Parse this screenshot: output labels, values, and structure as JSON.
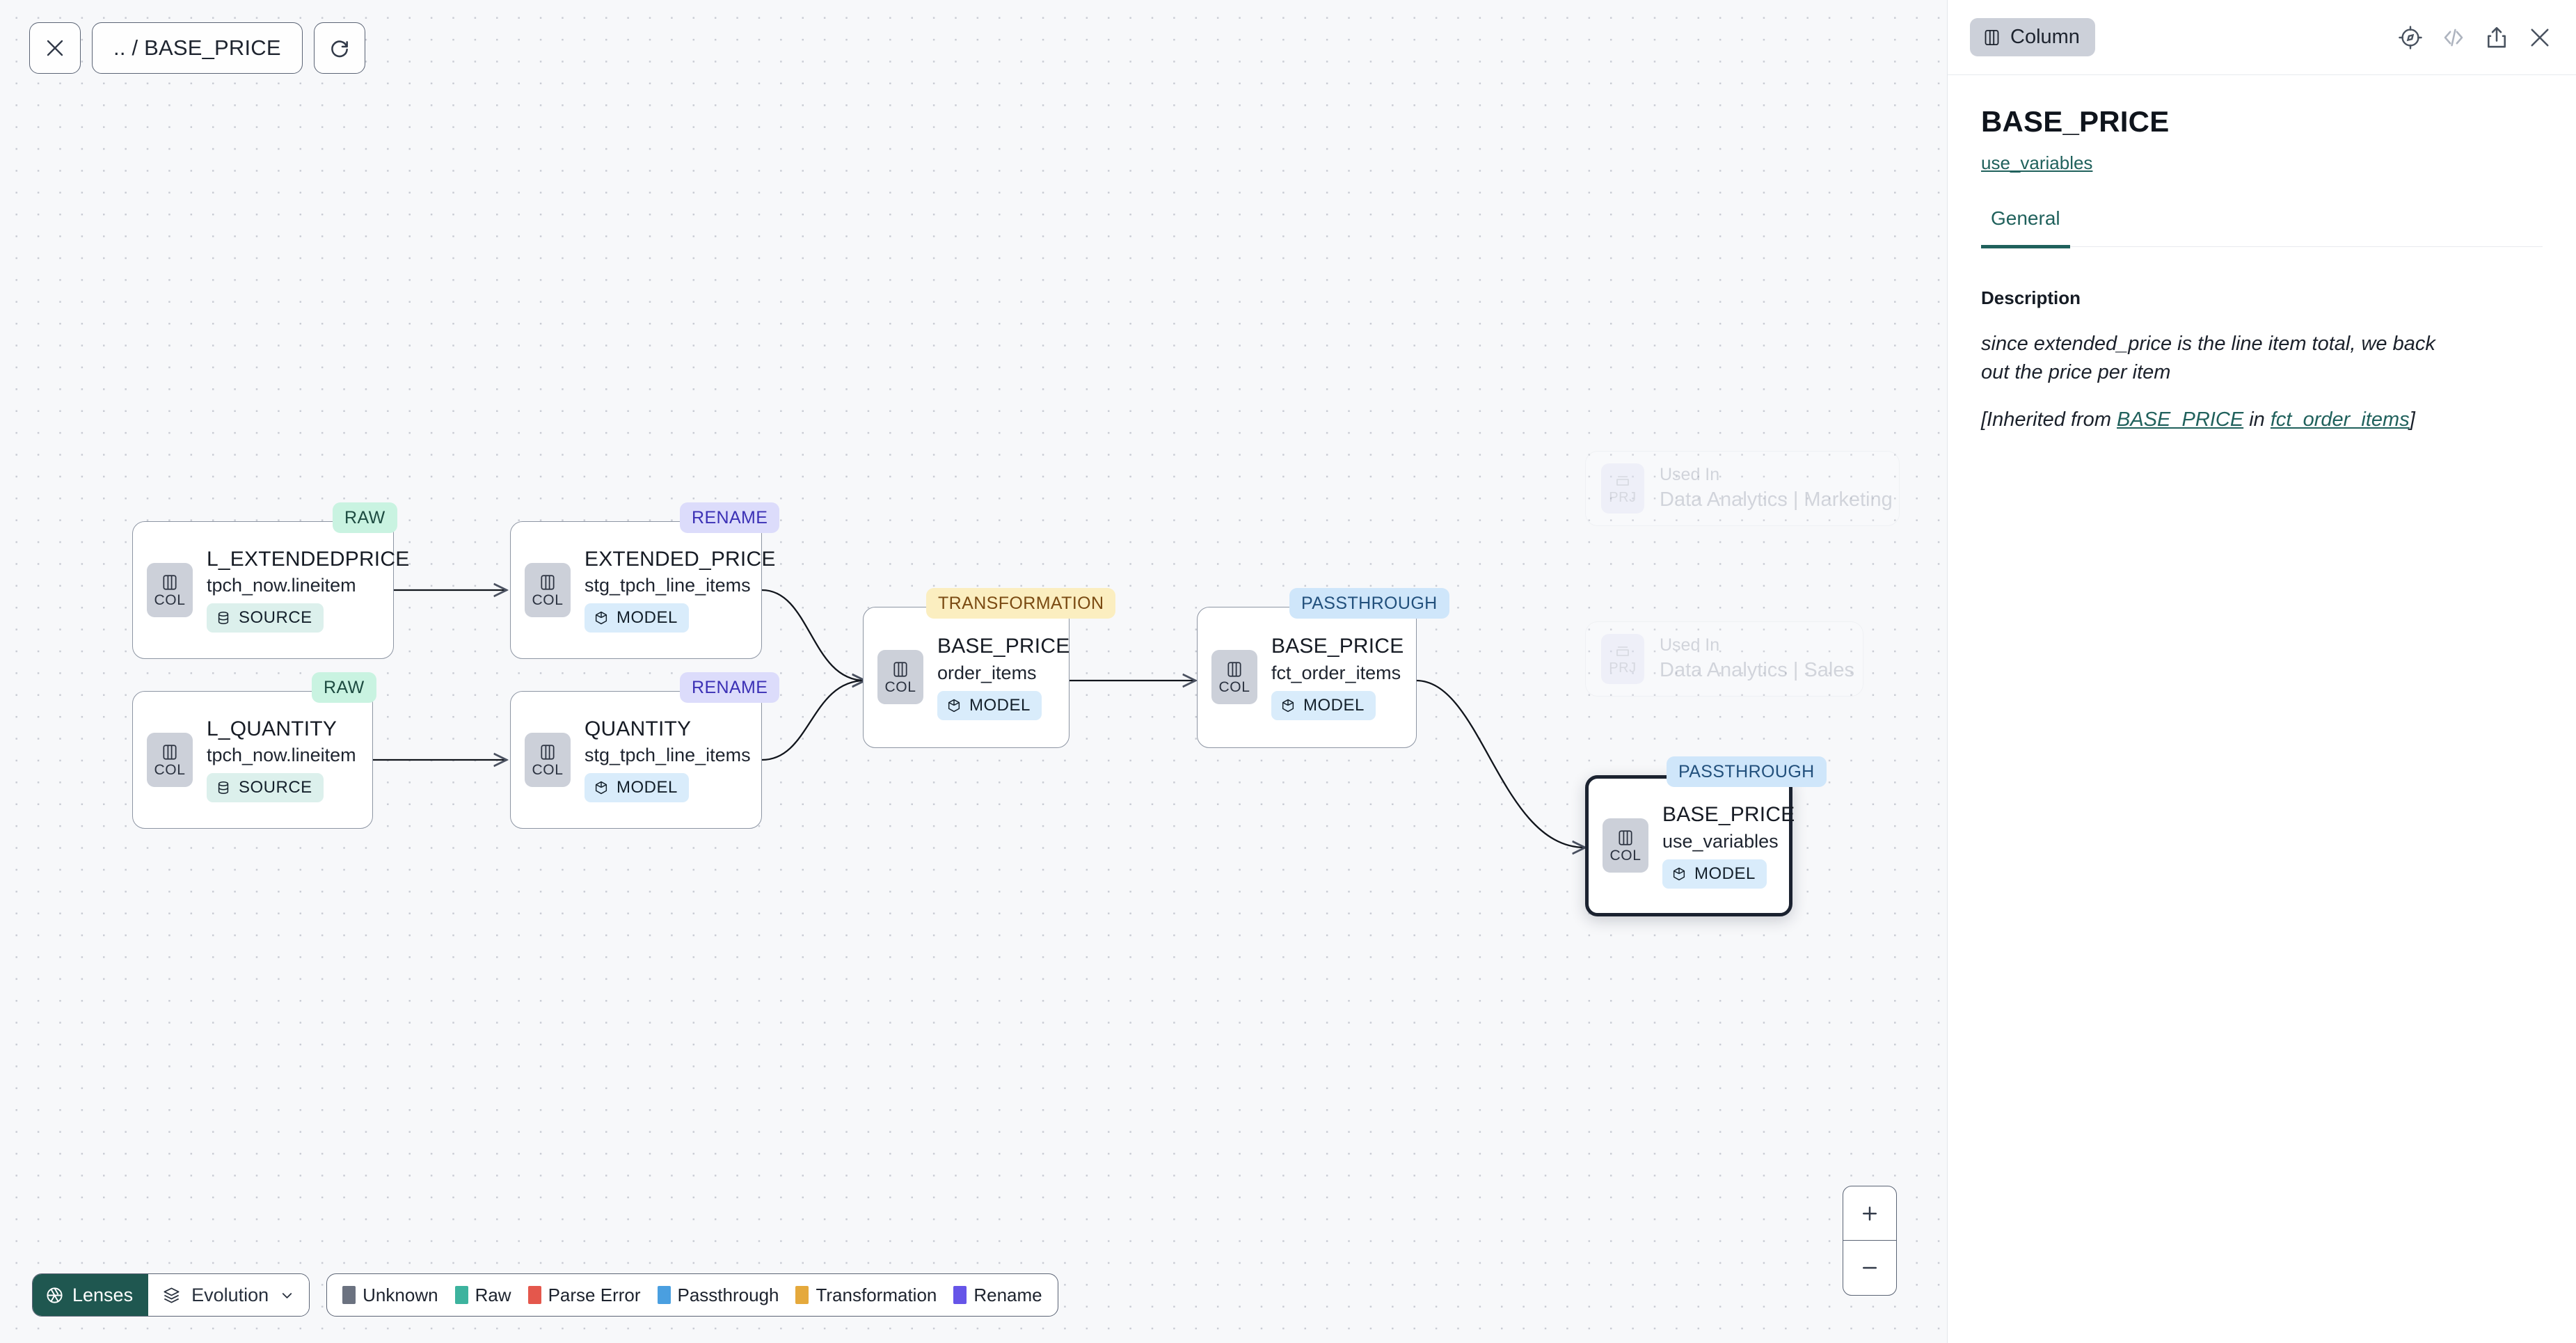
{
  "toolbar": {
    "close_label": "close-icon",
    "breadcrumb": ".. / BASE_PRICE",
    "refresh_label": "refresh-icon"
  },
  "canvas": {
    "nodes": [
      {
        "id": "l_extendedprice",
        "badge": "RAW",
        "badge_kind": "raw",
        "kind_chip": "COL",
        "title": "L_EXTENDEDPRICE",
        "subtitle": "tpch_now.lineitem",
        "tag": "SOURCE",
        "tag_kind": "source"
      },
      {
        "id": "l_quantity",
        "badge": "RAW",
        "badge_kind": "raw",
        "kind_chip": "COL",
        "title": "L_QUANTITY",
        "subtitle": "tpch_now.lineitem",
        "tag": "SOURCE",
        "tag_kind": "source"
      },
      {
        "id": "extended_price",
        "badge": "RENAME",
        "badge_kind": "rename",
        "kind_chip": "COL",
        "title": "EXTENDED_PRICE",
        "subtitle": "stg_tpch_line_items",
        "tag": "MODEL",
        "tag_kind": "model"
      },
      {
        "id": "quantity",
        "badge": "RENAME",
        "badge_kind": "rename",
        "kind_chip": "COL",
        "title": "QUANTITY",
        "subtitle": "stg_tpch_line_items",
        "tag": "MODEL",
        "tag_kind": "model"
      },
      {
        "id": "base_price_order_items",
        "badge": "TRANSFORMATION",
        "badge_kind": "transformation",
        "kind_chip": "COL",
        "title": "BASE_PRICE",
        "subtitle": "order_items",
        "tag": "MODEL",
        "tag_kind": "model"
      },
      {
        "id": "base_price_fct_order_items",
        "badge": "PASSTHROUGH",
        "badge_kind": "passthrough",
        "kind_chip": "COL",
        "title": "BASE_PRICE",
        "subtitle": "fct_order_items",
        "tag": "MODEL",
        "tag_kind": "model"
      },
      {
        "id": "base_price_use_variables",
        "badge": "PASSTHROUGH",
        "badge_kind": "passthrough",
        "kind_chip": "COL",
        "title": "BASE_PRICE",
        "subtitle": "use_variables",
        "tag": "MODEL",
        "tag_kind": "model",
        "selected": true
      }
    ],
    "used_in": [
      {
        "chip": "PRJ",
        "label": "Used In",
        "value": "Data Analytics | Marketing"
      },
      {
        "chip": "PRJ",
        "label": "Used In",
        "value": "Data Analytics | Sales"
      }
    ],
    "zoom": {
      "in_label": "+",
      "out_label": "−"
    }
  },
  "bottom": {
    "lenses_label": "Lenses",
    "evolution_label": "Evolution",
    "legend": [
      {
        "label": "Unknown",
        "color": "#6b7280"
      },
      {
        "label": "Raw",
        "color": "#3db39e"
      },
      {
        "label": "Parse Error",
        "color": "#e4574c"
      },
      {
        "label": "Passthrough",
        "color": "#4a9fe0"
      },
      {
        "label": "Transformation",
        "color": "#e5a93c"
      },
      {
        "label": "Rename",
        "color": "#6655e8"
      }
    ]
  },
  "panel": {
    "type_chip": "Column",
    "icons": [
      "explore-icon",
      "code-icon",
      "share-icon",
      "close-icon"
    ],
    "title": "BASE_PRICE",
    "model_link": "use_variables",
    "tabs": [
      {
        "label": "General",
        "active": true
      }
    ],
    "description_label": "Description",
    "description_text": "since extended_price is the line item total, we back out the price per item",
    "inherited_prefix": "[Inherited from ",
    "inherited_column": "BASE_PRICE",
    "inherited_mid": " in ",
    "inherited_model": "fct_order_items",
    "inherited_suffix": "]"
  },
  "colors": {
    "accent": "#20615c",
    "selected_border": "#1b2230"
  }
}
